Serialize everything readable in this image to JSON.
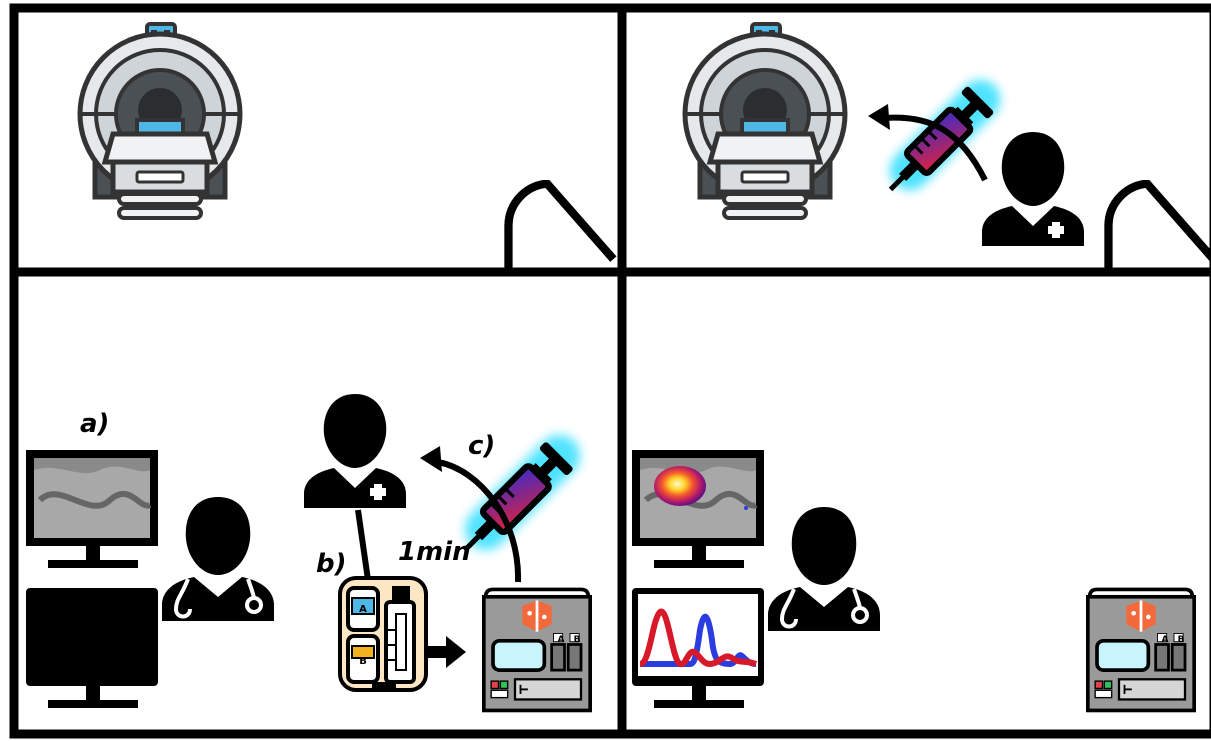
{
  "labels": {
    "a": "a)",
    "b": "b)",
    "c": "c)",
    "time": "1min"
  },
  "device": {
    "port_a": "A",
    "port_b": "B"
  },
  "cartridge": {
    "chamber_a": "A",
    "chamber_b": "B"
  },
  "colors": {
    "frame": "#000000",
    "syringe_glow": "#3ee0ff",
    "syringe_body": "#000000",
    "syringe_fluid_start": "#e0213c",
    "syringe_fluid_end": "#3a2cc9",
    "logo": "#f26a3b",
    "device_body": "#9a9a9a",
    "device_screen": "#c8f4fb",
    "mri_light": "#4fb7e6",
    "mri_gray": "#cfd4d8",
    "mri_dark": "#4a5054",
    "cartridge_bg": "#fde6c4",
    "curve_red": "#d7192a",
    "curve_blue": "#2b3de0"
  },
  "icons": [
    "mri-scanner-icon",
    "door-icon",
    "syringe-icon",
    "nurse-icon",
    "doctor-icon",
    "monitor-icon",
    "analyzer-device-icon",
    "cartridge-icon",
    "arrow-icon"
  ]
}
